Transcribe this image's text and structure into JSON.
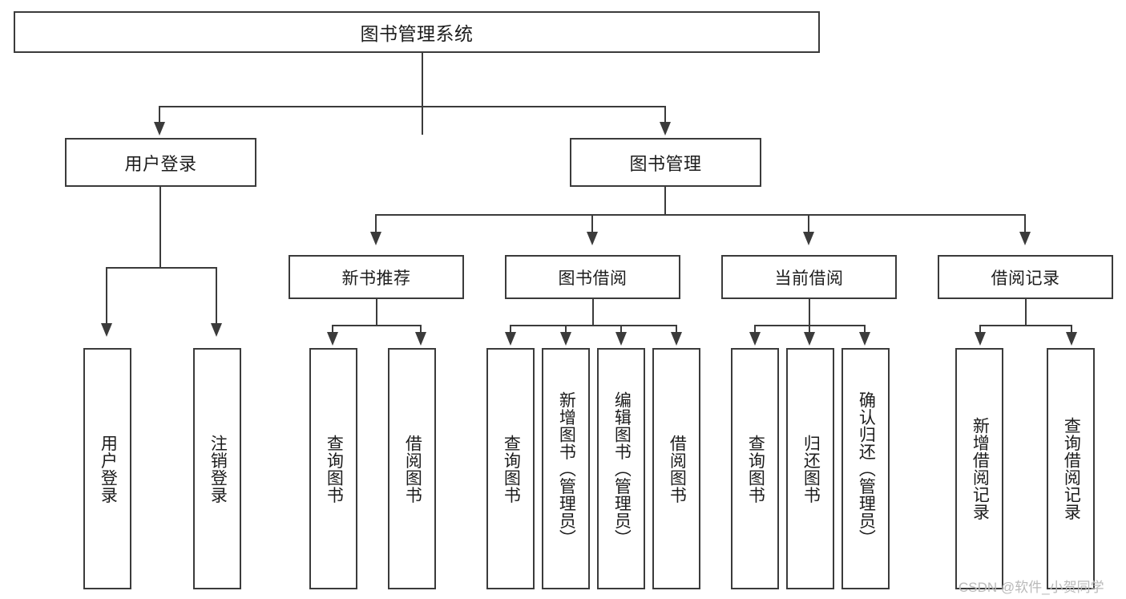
{
  "diagram": {
    "title": "图书管理系统",
    "type": "tree-hierarchy-diagram",
    "root": {
      "label": "图书管理系统"
    },
    "level1": [
      {
        "id": "user-login",
        "label": "用户登录"
      },
      {
        "id": "book-management",
        "label": "图书管理"
      }
    ],
    "level2": [
      {
        "id": "new-book-recommend",
        "label": "新书推荐",
        "parent": "book-management"
      },
      {
        "id": "book-borrow",
        "label": "图书借阅",
        "parent": "book-management"
      },
      {
        "id": "current-borrow",
        "label": "当前借阅",
        "parent": "book-management"
      },
      {
        "id": "borrow-record",
        "label": "借阅记录",
        "parent": "book-management"
      }
    ],
    "leaves": [
      {
        "id": "leaf-user-login",
        "label": "用户登录",
        "parent": "user-login"
      },
      {
        "id": "leaf-logout-login",
        "label": "注销登录",
        "parent": "user-login"
      },
      {
        "id": "leaf-query-book-1",
        "label": "查询图书",
        "parent": "new-book-recommend"
      },
      {
        "id": "leaf-borrow-book-1",
        "label": "借阅图书",
        "parent": "new-book-recommend"
      },
      {
        "id": "leaf-query-book-2",
        "label": "查询图书",
        "parent": "book-borrow"
      },
      {
        "id": "leaf-add-book",
        "label": "新增图书（管理员）",
        "parent": "book-borrow"
      },
      {
        "id": "leaf-edit-book",
        "label": "编辑图书（管理员）",
        "parent": "book-borrow"
      },
      {
        "id": "leaf-borrow-book-2",
        "label": "借阅图书",
        "parent": "book-borrow"
      },
      {
        "id": "leaf-query-book-3",
        "label": "查询图书",
        "parent": "current-borrow"
      },
      {
        "id": "leaf-return-book",
        "label": "归还图书",
        "parent": "current-borrow"
      },
      {
        "id": "leaf-confirm-return",
        "label": "确认归还（管理员）",
        "parent": "current-borrow"
      },
      {
        "id": "leaf-add-record",
        "label": "新增借阅记录",
        "parent": "borrow-record"
      },
      {
        "id": "leaf-query-record",
        "label": "查询借阅记录",
        "parent": "borrow-record"
      }
    ],
    "colors": {
      "line": "#3b3b3b",
      "box_border": "#3b3b3b",
      "box_fill": "#ffffff",
      "text": "#1c1c1c",
      "watermark": "#b9b9b9"
    }
  },
  "watermark": {
    "text": "CSDN @软件_小贺同学"
  }
}
